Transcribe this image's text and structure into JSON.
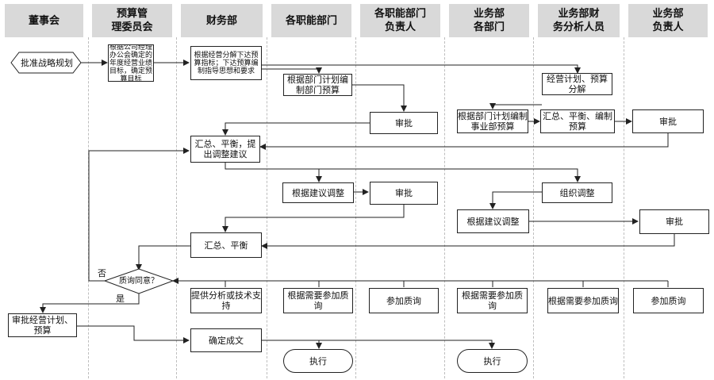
{
  "lanes": [
    {
      "title": "董事会"
    },
    {
      "title": "预算管\n理委员会"
    },
    {
      "title": "财务部"
    },
    {
      "title": "各职能部门"
    },
    {
      "title": "各职能部门\n负责人"
    },
    {
      "title": "业务部\n各部门"
    },
    {
      "title": "业务部财\n务分析人员"
    },
    {
      "title": "业务部\n负责人"
    }
  ],
  "nodes": {
    "approve_strategy": "批准战略规划",
    "budget_goal": "根据公司经理办公会确定的年度经营业绩目标，确定预算目标",
    "decompose_goal": "根据经营分解下达预算指标；下达预算编制指导思想和要求",
    "func_plan": "根据部门计划编制部门预算",
    "func_approve": "审批",
    "biz_plan_decompose": "经营计划、预算分解",
    "biz_dept_plan": "根据部门计划编制事业部预算",
    "biz_summarize": "汇总、平衡、编制预算",
    "biz_approve": "审批",
    "fin_summarize_1": "汇总、平衡，提出调整建议",
    "func_adjust": "根据建议调整",
    "func_approve_2": "审批",
    "organize_adjust": "组织调整",
    "biz_adjust": "根据建议调整",
    "biz_approve_2": "审批",
    "fin_summarize_2": "汇总、平衡",
    "decision": "质询同意？",
    "fin_support": "提供分析或技术支持",
    "func_inquiry": "根据需要参加质询",
    "func_head_inquiry": "参加质询",
    "biz_dept_inquiry": "根据需要参加质询",
    "biz_analyst_inquiry": "根据需要参加质询",
    "biz_head_inquiry": "参加质询",
    "approve_budget": "审批经营计划、预算",
    "finalize": "确定成文",
    "execute_1": "执行",
    "execute_2": "执行"
  },
  "edge_labels": {
    "no": "否",
    "yes": "是"
  },
  "colors": {
    "header_bg": "#d9d9d9",
    "line": "#222222",
    "lane_divider": "#bdbdbd"
  }
}
